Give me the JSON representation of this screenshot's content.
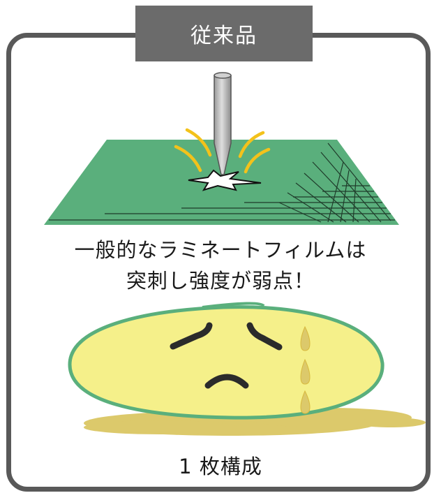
{
  "header": {
    "tab_label": "従来品"
  },
  "caption": {
    "line1": "一般的なラミネートフィルムは",
    "line2": "突刺し強度が弱点！"
  },
  "footer": {
    "label": "1 枚構成"
  },
  "colors": {
    "frame": "#595959",
    "tab": "#6b6b6b",
    "film_green": "#5aaf7c",
    "impact_yellow": "#f3c21b",
    "face_yellow": "#f5f08a",
    "face_border": "#5aaf7c",
    "puddle": "#dcc96b",
    "needle": "#b0b0b0"
  },
  "icons": [
    "needle-icon",
    "impact-lines-icon",
    "puncture-hole-icon",
    "sad-face-icon",
    "tear-drop-icon",
    "puddle-icon"
  ]
}
